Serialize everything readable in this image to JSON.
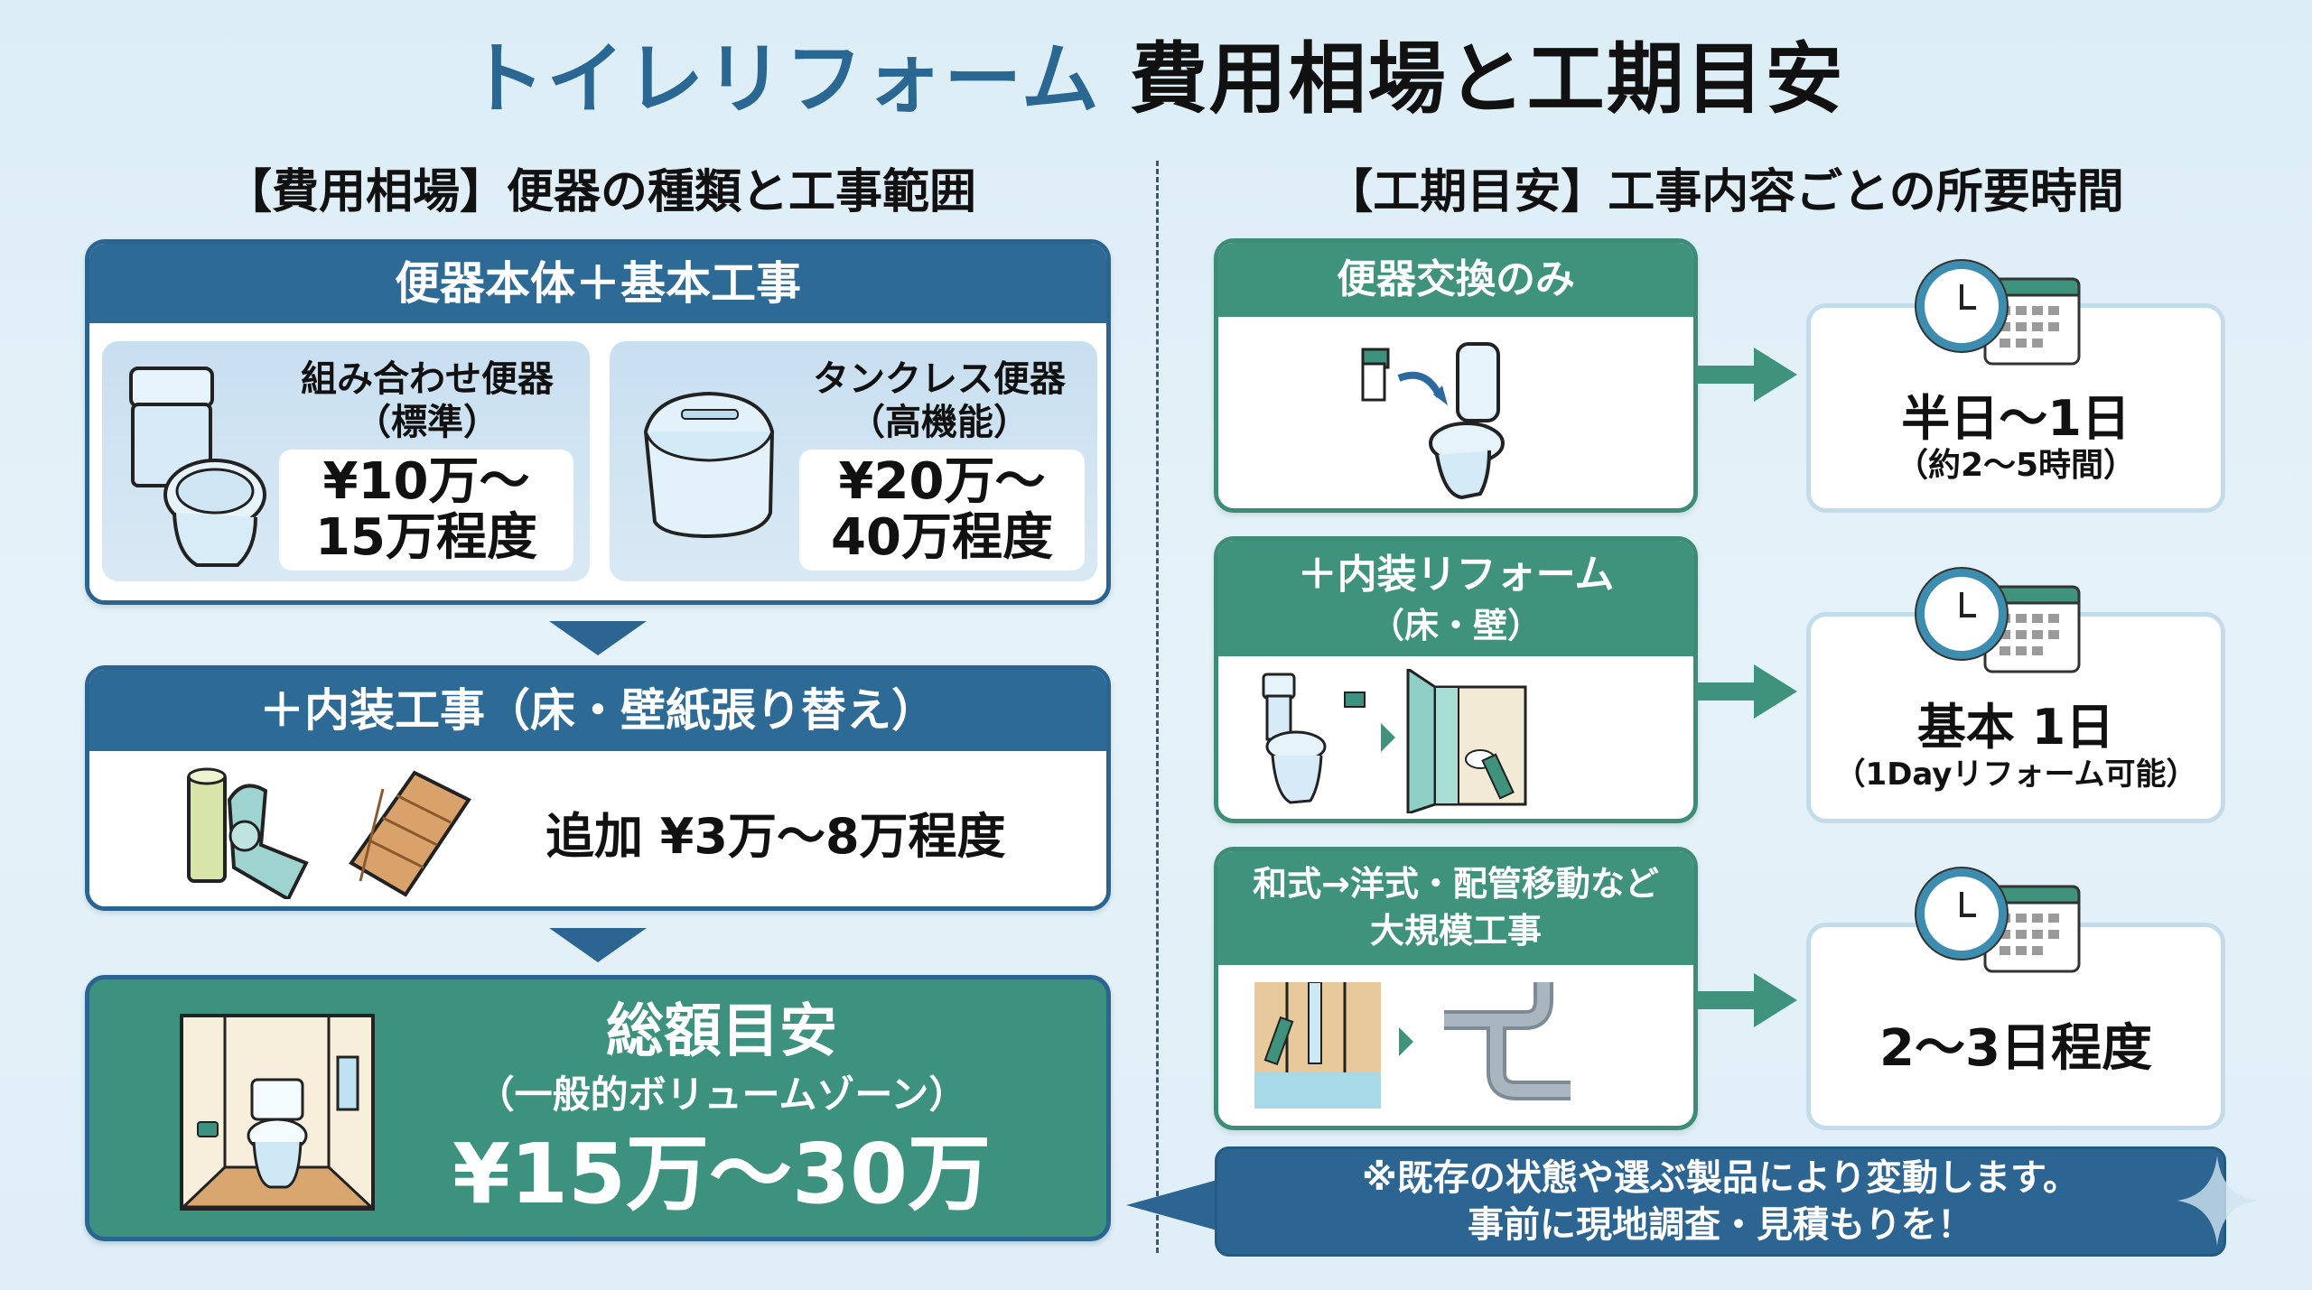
{
  "title": {
    "part1": "トイレリフォーム",
    "part2": "費用相場と工期目安",
    "colors": {
      "part1": "#2a6792",
      "part2": "#111111"
    }
  },
  "left": {
    "heading": "【費用相場】便器の種類と工事範囲",
    "base": {
      "header": "便器本体＋基本工事",
      "options": [
        {
          "name": "組み合わせ便器",
          "sub": "（標準）",
          "price_line1": "¥10万〜",
          "price_line2": "15万程度",
          "icon": "combination-toilet-icon"
        },
        {
          "name": "タンクレス便器",
          "sub": "（高機能）",
          "price_line1": "¥20万〜",
          "price_line2": "40万程度",
          "icon": "tankless-toilet-icon"
        }
      ]
    },
    "interior": {
      "header": "＋内装工事（床・壁紙張り替え）",
      "price": "追加 ¥3万〜8万程度",
      "icons": [
        "wallpaper-roll-icon",
        "flooring-planks-icon"
      ]
    },
    "total": {
      "title": "総額目安",
      "subtitle": "（一般的ボリュームゾーン）",
      "price": "¥15万〜30万",
      "icon": "toilet-room-icon"
    }
  },
  "right": {
    "heading": "【工期目安】工事内容ごとの所要時間",
    "items": [
      {
        "header_line1": "便器交換のみ",
        "header_line2": "",
        "duration": "半日〜1日",
        "detail": "（約2〜5時間）"
      },
      {
        "header_line1": "＋内装リフォーム",
        "header_line2": "（床・壁）",
        "duration": "基本 1日",
        "detail": "（1Dayリフォーム可能）"
      },
      {
        "header_line1": "和式→洋式・配管移動など",
        "header_line2": "大規模工事",
        "duration": "2〜3日程度",
        "detail": ""
      }
    ]
  },
  "note": {
    "line1": "※既存の状態や選ぶ製品により変動します。",
    "line2": "事前に現地調査・見積もりを！"
  },
  "colors": {
    "navy": "#2d6a96",
    "teal": "#3f937c",
    "background": "#e2f0f8"
  }
}
